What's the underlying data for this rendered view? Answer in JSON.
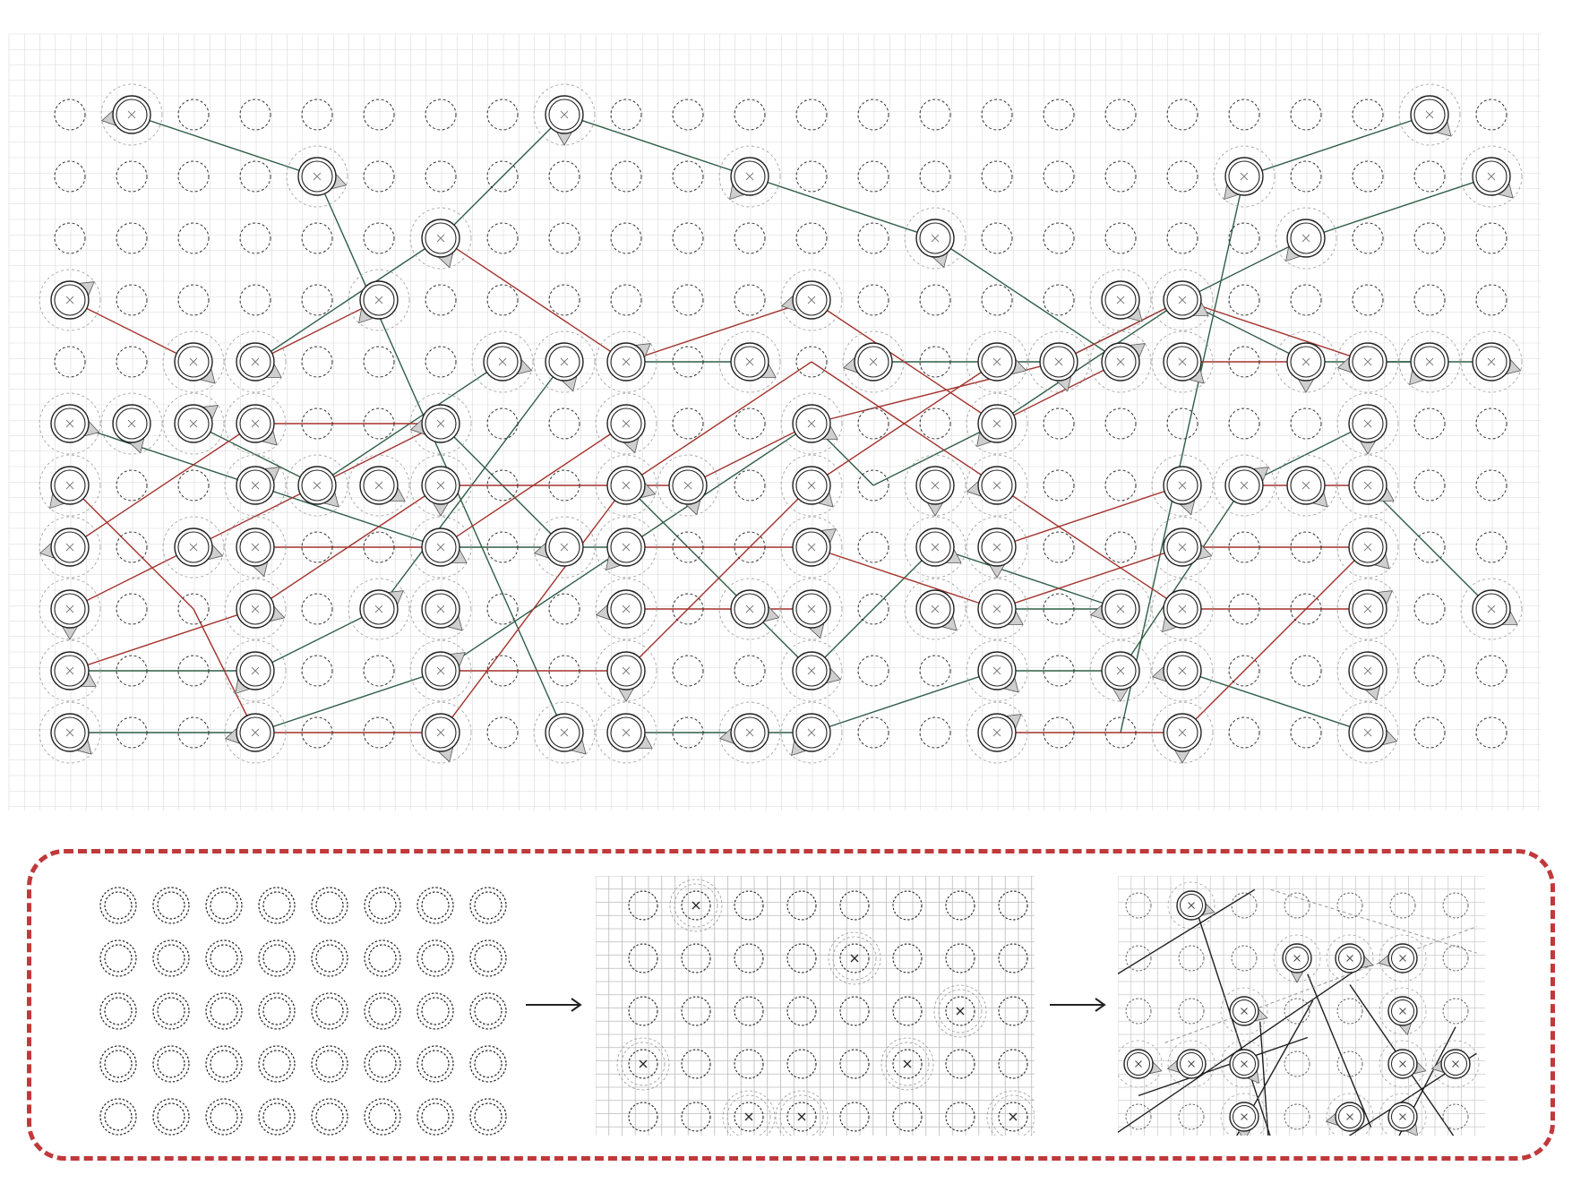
{
  "colors": {
    "background": "#ffffff",
    "grid": "#d9d9d9",
    "circle_stroke": "#222222",
    "link_green": "#2e5e46",
    "link_red": "#a3322c",
    "frame_red": "#c0393b",
    "petal_fill": "#cfcfcf"
  },
  "main_grid": {
    "columns": 24,
    "rows": 11,
    "active_nodes": [
      [
        1,
        0
      ],
      [
        8,
        0
      ],
      [
        22,
        0
      ],
      [
        4,
        1
      ],
      [
        11,
        1
      ],
      [
        19,
        1
      ],
      [
        23,
        1
      ],
      [
        6,
        2
      ],
      [
        14,
        2
      ],
      [
        20,
        2
      ],
      [
        0,
        3
      ],
      [
        5,
        3
      ],
      [
        12,
        3
      ],
      [
        17,
        3
      ],
      [
        18,
        3
      ],
      [
        2,
        4
      ],
      [
        3,
        4
      ],
      [
        7,
        4
      ],
      [
        8,
        4
      ],
      [
        9,
        4
      ],
      [
        11,
        4
      ],
      [
        13,
        4
      ],
      [
        15,
        4
      ],
      [
        16,
        4
      ],
      [
        17,
        4
      ],
      [
        18,
        4
      ],
      [
        20,
        4
      ],
      [
        21,
        4
      ],
      [
        22,
        4
      ],
      [
        23,
        4
      ],
      [
        0,
        5
      ],
      [
        1,
        5
      ],
      [
        2,
        5
      ],
      [
        3,
        5
      ],
      [
        6,
        5
      ],
      [
        9,
        5
      ],
      [
        12,
        5
      ],
      [
        15,
        5
      ],
      [
        21,
        5
      ],
      [
        0,
        6
      ],
      [
        3,
        6
      ],
      [
        4,
        6
      ],
      [
        5,
        6
      ],
      [
        6,
        6
      ],
      [
        9,
        6
      ],
      [
        10,
        6
      ],
      [
        12,
        6
      ],
      [
        14,
        6
      ],
      [
        15,
        6
      ],
      [
        18,
        6
      ],
      [
        19,
        6
      ],
      [
        20,
        6
      ],
      [
        21,
        6
      ],
      [
        0,
        7
      ],
      [
        2,
        7
      ],
      [
        3,
        7
      ],
      [
        6,
        7
      ],
      [
        8,
        7
      ],
      [
        9,
        7
      ],
      [
        12,
        7
      ],
      [
        14,
        7
      ],
      [
        15,
        7
      ],
      [
        18,
        7
      ],
      [
        21,
        7
      ],
      [
        0,
        8
      ],
      [
        3,
        8
      ],
      [
        5,
        8
      ],
      [
        6,
        8
      ],
      [
        9,
        8
      ],
      [
        11,
        8
      ],
      [
        12,
        8
      ],
      [
        14,
        8
      ],
      [
        15,
        8
      ],
      [
        17,
        8
      ],
      [
        18,
        8
      ],
      [
        21,
        8
      ],
      [
        23,
        8
      ],
      [
        0,
        9
      ],
      [
        3,
        9
      ],
      [
        6,
        9
      ],
      [
        9,
        9
      ],
      [
        12,
        9
      ],
      [
        15,
        9
      ],
      [
        17,
        9
      ],
      [
        18,
        9
      ],
      [
        21,
        9
      ],
      [
        0,
        10
      ],
      [
        3,
        10
      ],
      [
        6,
        10
      ],
      [
        8,
        10
      ],
      [
        9,
        10
      ],
      [
        11,
        10
      ],
      [
        12,
        10
      ],
      [
        15,
        10
      ],
      [
        18,
        10
      ],
      [
        21,
        10
      ]
    ],
    "links_green": [
      [
        [
          1,
          0
        ],
        [
          4,
          1
        ]
      ],
      [
        [
          4,
          1
        ],
        [
          8,
          10
        ]
      ],
      [
        [
          8,
          0
        ],
        [
          6,
          2
        ]
      ],
      [
        [
          6,
          2
        ],
        [
          3,
          4
        ]
      ],
      [
        [
          8,
          0
        ],
        [
          11,
          1
        ]
      ],
      [
        [
          11,
          1
        ],
        [
          14,
          2
        ]
      ],
      [
        [
          14,
          2
        ],
        [
          17,
          4
        ]
      ],
      [
        [
          22,
          0
        ],
        [
          19,
          1
        ]
      ],
      [
        [
          19,
          1
        ],
        [
          17,
          10
        ]
      ],
      [
        [
          23,
          1
        ],
        [
          20,
          2
        ]
      ],
      [
        [
          20,
          2
        ],
        [
          16,
          4
        ]
      ],
      [
        [
          16,
          4
        ],
        [
          13,
          4
        ]
      ],
      [
        [
          22,
          4
        ],
        [
          20,
          4
        ]
      ],
      [
        [
          20,
          4
        ],
        [
          18,
          3
        ]
      ],
      [
        [
          18,
          3
        ],
        [
          15,
          5
        ]
      ],
      [
        [
          15,
          5
        ],
        [
          13,
          6
        ]
      ],
      [
        [
          13,
          6
        ],
        [
          12,
          5
        ]
      ],
      [
        [
          12,
          5
        ],
        [
          9,
          7
        ]
      ],
      [
        [
          9,
          7
        ],
        [
          6,
          9
        ]
      ],
      [
        [
          6,
          9
        ],
        [
          3,
          10
        ]
      ],
      [
        [
          3,
          10
        ],
        [
          0,
          10
        ]
      ],
      [
        [
          0,
          5
        ],
        [
          3,
          6
        ]
      ],
      [
        [
          3,
          6
        ],
        [
          6,
          7
        ]
      ],
      [
        [
          6,
          7
        ],
        [
          9,
          7
        ]
      ],
      [
        [
          9,
          6
        ],
        [
          12,
          9
        ]
      ],
      [
        [
          12,
          9
        ],
        [
          14,
          7
        ]
      ],
      [
        [
          14,
          7
        ],
        [
          17,
          8
        ]
      ],
      [
        [
          8,
          4
        ],
        [
          5,
          8
        ]
      ],
      [
        [
          5,
          8
        ],
        [
          3,
          9
        ]
      ],
      [
        [
          3,
          9
        ],
        [
          0,
          9
        ]
      ],
      [
        [
          7,
          4
        ],
        [
          4,
          6
        ]
      ],
      [
        [
          4,
          6
        ],
        [
          2,
          5
        ]
      ],
      [
        [
          21,
          5
        ],
        [
          19,
          6
        ]
      ],
      [
        [
          19,
          6
        ],
        [
          17,
          9
        ]
      ],
      [
        [
          17,
          9
        ],
        [
          15,
          9
        ]
      ],
      [
        [
          15,
          9
        ],
        [
          12,
          10
        ]
      ],
      [
        [
          12,
          10
        ],
        [
          9,
          10
        ]
      ],
      [
        [
          21,
          6
        ],
        [
          23,
          8
        ]
      ],
      [
        [
          18,
          9
        ],
        [
          21,
          10
        ]
      ],
      [
        [
          15,
          8
        ],
        [
          17,
          8
        ]
      ],
      [
        [
          9,
          4
        ],
        [
          11,
          4
        ]
      ],
      [
        [
          6,
          5
        ],
        [
          8,
          7
        ]
      ],
      [
        [
          21,
          4
        ],
        [
          23,
          4
        ]
      ]
    ],
    "links_red": [
      [
        [
          0,
          3
        ],
        [
          2,
          4
        ]
      ],
      [
        [
          3,
          4
        ],
        [
          5,
          3
        ]
      ],
      [
        [
          6,
          2
        ],
        [
          9,
          4
        ]
      ],
      [
        [
          9,
          4
        ],
        [
          12,
          3
        ]
      ],
      [
        [
          12,
          3
        ],
        [
          15,
          5
        ]
      ],
      [
        [
          15,
          5
        ],
        [
          17,
          4
        ]
      ],
      [
        [
          18,
          4
        ],
        [
          20,
          4
        ]
      ],
      [
        [
          0,
          7
        ],
        [
          3,
          5
        ]
      ],
      [
        [
          3,
          5
        ],
        [
          6,
          5
        ]
      ],
      [
        [
          0,
          8
        ],
        [
          4,
          6
        ]
      ],
      [
        [
          4,
          6
        ],
        [
          6,
          5
        ]
      ],
      [
        [
          6,
          6
        ],
        [
          10,
          6
        ]
      ],
      [
        [
          10,
          6
        ],
        [
          12,
          5
        ]
      ],
      [
        [
          12,
          5
        ],
        [
          16,
          4
        ]
      ],
      [
        [
          16,
          4
        ],
        [
          18,
          3
        ]
      ],
      [
        [
          18,
          3
        ],
        [
          21,
          4
        ]
      ],
      [
        [
          3,
          7
        ],
        [
          6,
          7
        ]
      ],
      [
        [
          6,
          7
        ],
        [
          9,
          5
        ]
      ],
      [
        [
          9,
          7
        ],
        [
          12,
          7
        ]
      ],
      [
        [
          12,
          7
        ],
        [
          15,
          8
        ]
      ],
      [
        [
          15,
          8
        ],
        [
          18,
          7
        ]
      ],
      [
        [
          18,
          7
        ],
        [
          21,
          7
        ]
      ],
      [
        [
          0,
          9
        ],
        [
          3,
          8
        ]
      ],
      [
        [
          3,
          8
        ],
        [
          6,
          6
        ]
      ],
      [
        [
          6,
          9
        ],
        [
          9,
          9
        ]
      ],
      [
        [
          9,
          9
        ],
        [
          12,
          6
        ]
      ],
      [
        [
          12,
          6
        ],
        [
          15,
          4
        ]
      ],
      [
        [
          3,
          10
        ],
        [
          6,
          10
        ]
      ],
      [
        [
          6,
          10
        ],
        [
          9,
          6
        ]
      ],
      [
        [
          9,
          6
        ],
        [
          12,
          4
        ]
      ],
      [
        [
          12,
          4
        ],
        [
          15,
          6
        ]
      ],
      [
        [
          15,
          6
        ],
        [
          18,
          8
        ]
      ],
      [
        [
          18,
          8
        ],
        [
          21,
          8
        ]
      ],
      [
        [
          15,
          10
        ],
        [
          18,
          10
        ]
      ],
      [
        [
          18,
          10
        ],
        [
          21,
          7
        ]
      ],
      [
        [
          19,
          6
        ],
        [
          21,
          6
        ]
      ],
      [
        [
          15,
          7
        ],
        [
          18,
          6
        ]
      ],
      [
        [
          9,
          8
        ],
        [
          12,
          8
        ]
      ],
      [
        [
          0,
          6
        ],
        [
          2,
          8
        ]
      ],
      [
        [
          2,
          8
        ],
        [
          3,
          10
        ]
      ]
    ]
  },
  "panel_1": {
    "columns": 8,
    "rows": 5
  },
  "panel_2": {
    "columns": 8,
    "rows": 5,
    "marked_nodes": [
      [
        1,
        0
      ],
      [
        4,
        1
      ],
      [
        6,
        2
      ],
      [
        0,
        3
      ],
      [
        5,
        3
      ],
      [
        2,
        4
      ],
      [
        3,
        4
      ],
      [
        7,
        4
      ]
    ]
  },
  "panel_3": {
    "columns": 7,
    "rows": 5,
    "active_nodes": [
      [
        1,
        0
      ],
      [
        3,
        1
      ],
      [
        4,
        1
      ],
      [
        5,
        1
      ],
      [
        2,
        2
      ],
      [
        5,
        2
      ],
      [
        0,
        3
      ],
      [
        1,
        3
      ],
      [
        2,
        3
      ],
      [
        5,
        3
      ],
      [
        6,
        3
      ],
      [
        2,
        4
      ],
      [
        4,
        4
      ],
      [
        5,
        4
      ]
    ]
  },
  "arrows": [
    "arrow-right-icon",
    "arrow-right-icon"
  ]
}
